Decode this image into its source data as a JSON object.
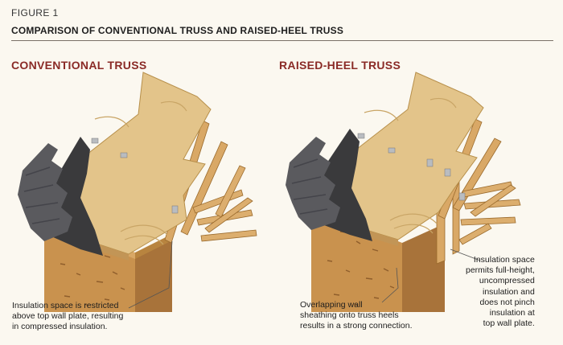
{
  "figure": {
    "label": "FIGURE 1",
    "title": "COMPARISON OF CONVENTIONAL TRUSS AND RAISED-HEEL TRUSS"
  },
  "panels": {
    "conventional": {
      "title": "CONVENTIONAL TRUSS",
      "callout": [
        "Insulation space is restricted",
        "above top wall plate, resulting",
        "in compressed insulation."
      ]
    },
    "raised_heel": {
      "title": "RAISED-HEEL TRUSS",
      "callouts": {
        "wall_sheathing": [
          "Overlapping wall",
          "sheathing onto truss heels",
          "results in a strong connection."
        ],
        "insulation": [
          "Insulation space",
          "permits full-height,",
          "uncompressed",
          "insulation and",
          "does not pinch",
          "insulation at",
          "top wall plate."
        ]
      }
    }
  },
  "colors": {
    "title_red": "#8a2a26",
    "plywood": "#e3c48a",
    "lumber": "#d9a866",
    "underlayment": "#3a3a3c",
    "shingle": "#5a5a5e",
    "osb_wall": "#c9924e"
  }
}
